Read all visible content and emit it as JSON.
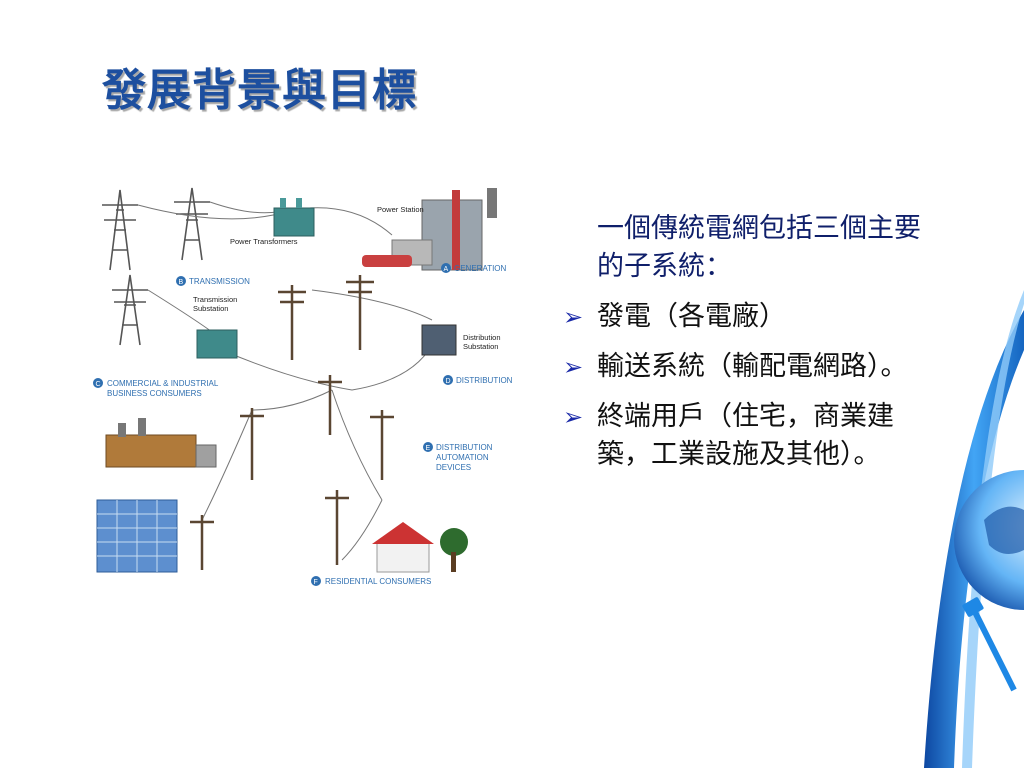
{
  "slide_title": "發展背景與目標",
  "lead_text": "一個傳統電網包括三個主要的子系統：",
  "bullets": [
    "發電（各電廠）",
    "輸送系統（輸配電網路）。",
    "終端用戶（住宅，商業建築，工業設施及其他）。"
  ],
  "diagram_labels": {
    "power_station": "Power Station",
    "power_transformers": "Power Transformers",
    "generation": "GENERATION",
    "transmission": "TRANSMISSION",
    "transmission_substation_1": "Transmission",
    "transmission_substation_2": "Substation",
    "distribution_substation_1": "Distribution",
    "distribution_substation_2": "Substation",
    "distribution": "DISTRIBUTION",
    "commercial_1": "COMMERCIAL & INDUSTRIAL",
    "commercial_2": "BUSINESS CONSUMERS",
    "automation_1": "DISTRIBUTION",
    "automation_2": "AUTOMATION",
    "automation_3": "DEVICES",
    "residential": "RESIDENTIAL CONSUMERS",
    "badge_a": "A",
    "badge_b": "B",
    "badge_c": "C",
    "badge_d": "D",
    "badge_e": "E",
    "badge_f": "F"
  },
  "colors": {
    "title": "#1d4f9f",
    "badge": "#2f6fb0",
    "bullet_arrow": "#1a2aa8",
    "decor_blue": "#1565c0"
  }
}
